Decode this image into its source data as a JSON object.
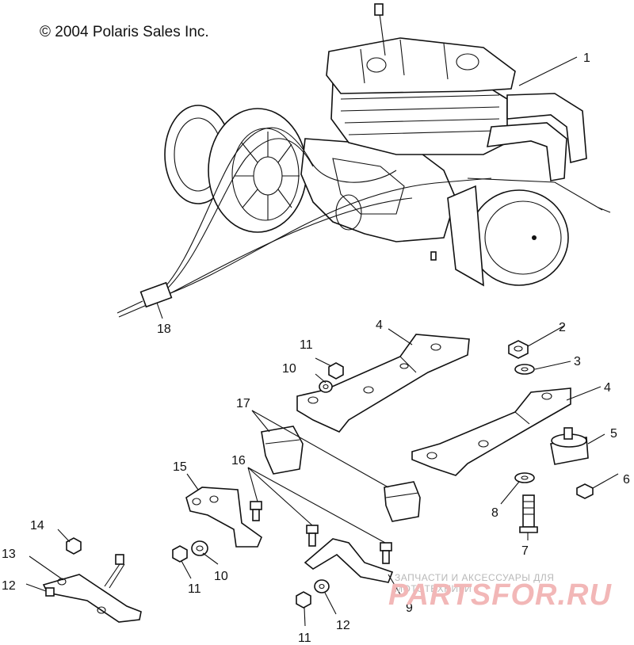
{
  "copyright": "© 2004 Polaris Sales Inc.",
  "watermark": {
    "caption": "ЗАПЧАСТИ И АКСЕССУАРЫ ДЛЯ МОТОТЕХНИКИ",
    "logo": "PARTSFOR.RU"
  },
  "callouts": [
    "1",
    "2",
    "3",
    "4",
    "4",
    "5",
    "6",
    "7",
    "8",
    "9",
    "10",
    "10",
    "11",
    "11",
    "11",
    "12",
    "13",
    "14",
    "15",
    "16",
    "17",
    "18"
  ]
}
